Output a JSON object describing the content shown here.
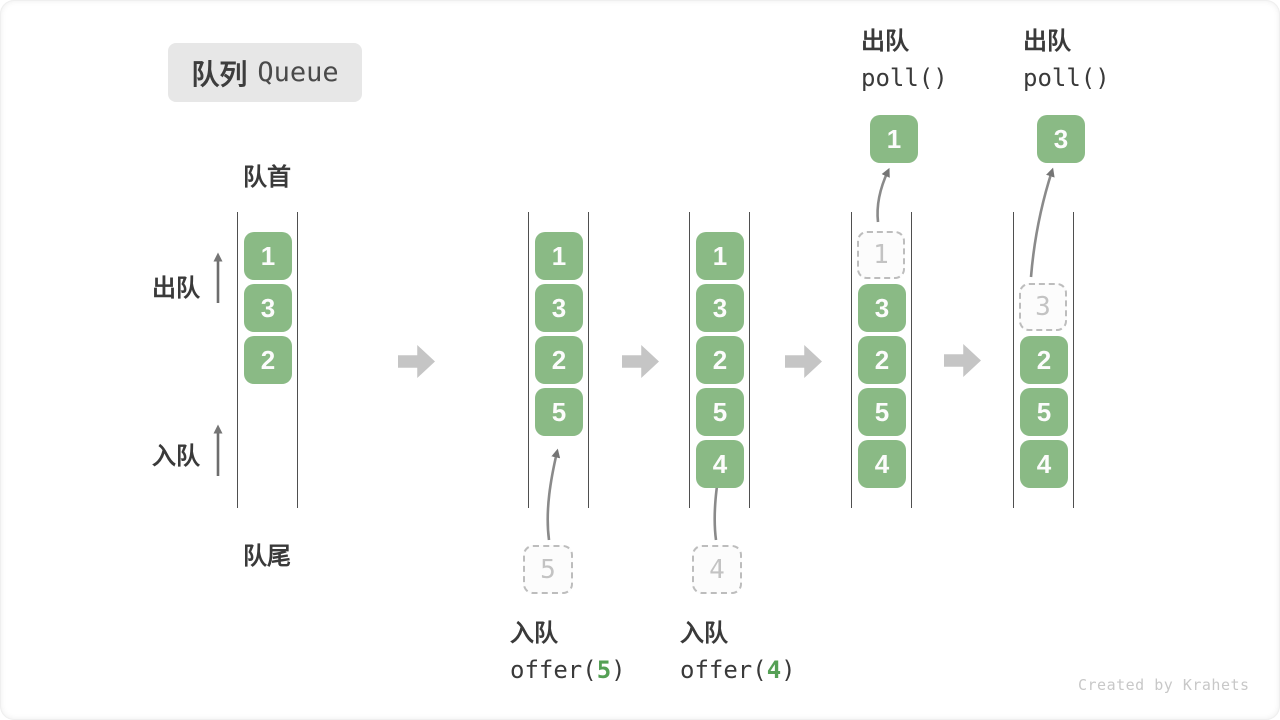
{
  "title_badge": {
    "zh": "队列",
    "en": "Queue"
  },
  "side_labels": {
    "front": "队首",
    "rear": "队尾",
    "dequeue": "出队",
    "enqueue": "入队"
  },
  "queues": [
    {
      "boxes": [
        "1",
        "3",
        "2"
      ]
    },
    {
      "boxes": [
        "1",
        "3",
        "2",
        "5"
      ]
    },
    {
      "boxes": [
        "1",
        "3",
        "2",
        "5",
        "4"
      ]
    },
    {
      "ghost": "1",
      "boxes": [
        "3",
        "2",
        "5",
        "4"
      ]
    },
    {
      "ghost": "3",
      "boxes": [
        "2",
        "5",
        "4"
      ]
    }
  ],
  "offer_ops": [
    {
      "label": "入队",
      "code_fn": "offer(",
      "arg": "5",
      "code_close": ")",
      "input": "5"
    },
    {
      "label": "入队",
      "code_fn": "offer(",
      "arg": "4",
      "code_close": ")",
      "input": "4"
    }
  ],
  "poll_ops": [
    {
      "label": "出队",
      "code": "poll()",
      "value": "1"
    },
    {
      "label": "出队",
      "code": "poll()",
      "value": "3"
    }
  ],
  "watermark": "Created by Krahets",
  "colors": {
    "box_green": "#8aba85",
    "arg_green": "#55a055",
    "block_arrow_gray": "#c5c5c5",
    "wall_gray": "#4f4f4f",
    "ghost_gray": "#bdbdbd",
    "badge_bg": "#e7e7e7"
  }
}
